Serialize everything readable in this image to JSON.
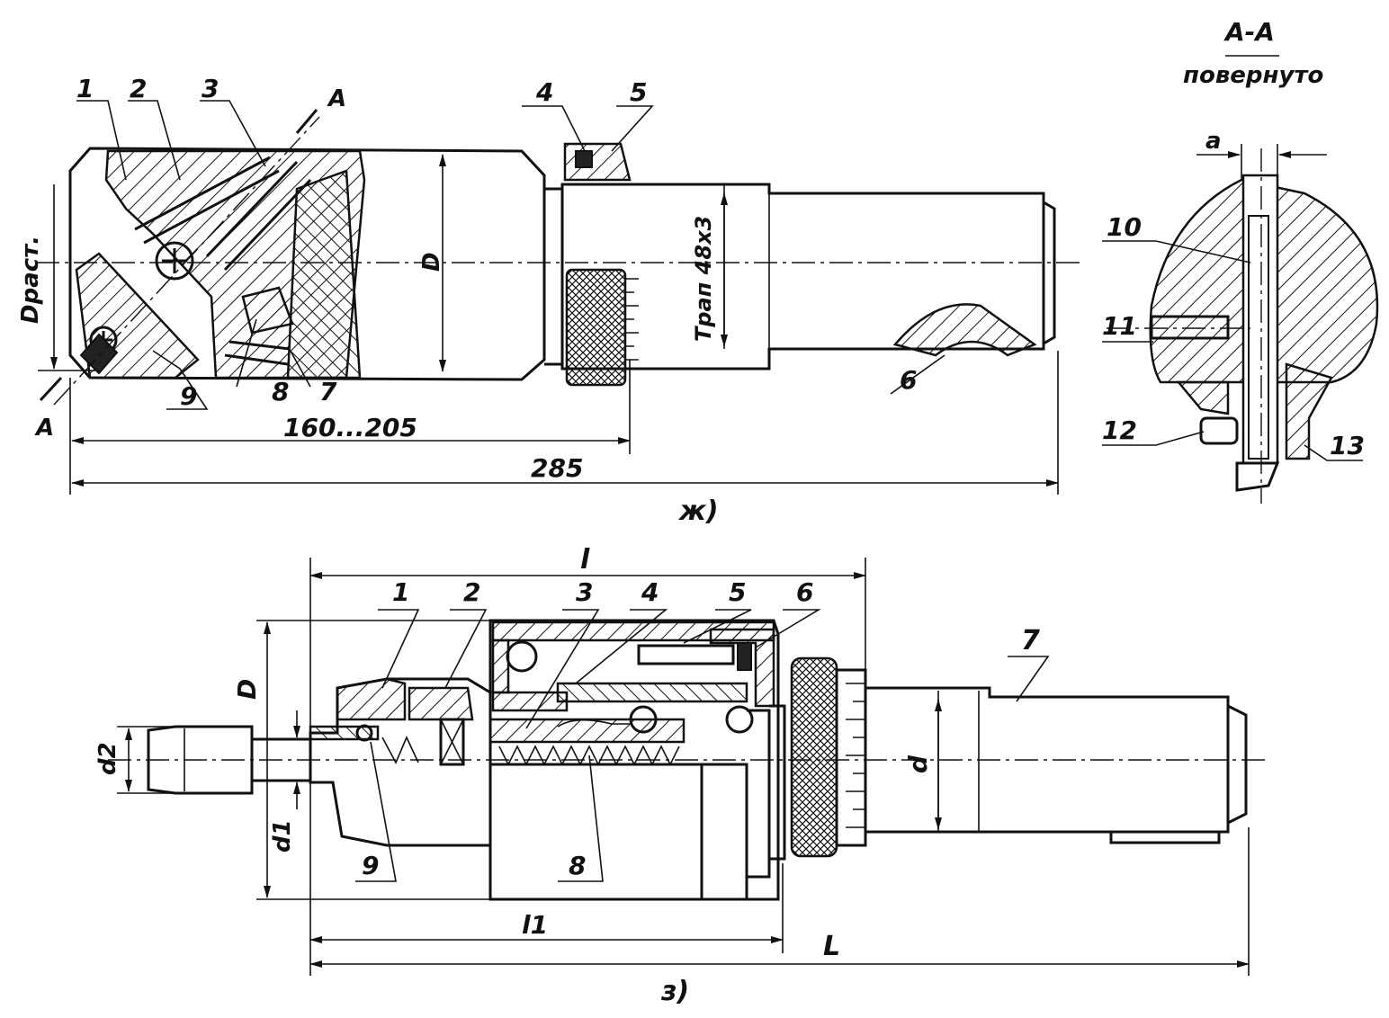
{
  "view_zh": {
    "caption": "ж)",
    "callouts": [
      "1",
      "2",
      "3",
      "4",
      "5",
      "6",
      "7",
      "8",
      "9"
    ],
    "section_mark": "A",
    "dim_d_rast": "Dраст.",
    "dim_d": "D",
    "dim_trap": "Tрап 48x3",
    "dim_range": "160...205",
    "dim_total": "285"
  },
  "section_aa": {
    "title": "A-A",
    "subtitle": "повернуто",
    "dim_a": "a",
    "callouts": [
      "10",
      "11",
      "12",
      "13"
    ]
  },
  "view_z": {
    "caption": "з)",
    "callouts": [
      "1",
      "2",
      "3",
      "4",
      "5",
      "6",
      "7",
      "8",
      "9"
    ],
    "dim_l": "l",
    "dim_l1": "l1",
    "dim_L": "L",
    "dim_D": "D",
    "dim_d": "d",
    "dim_d1": "d1",
    "dim_d2": "d2"
  }
}
